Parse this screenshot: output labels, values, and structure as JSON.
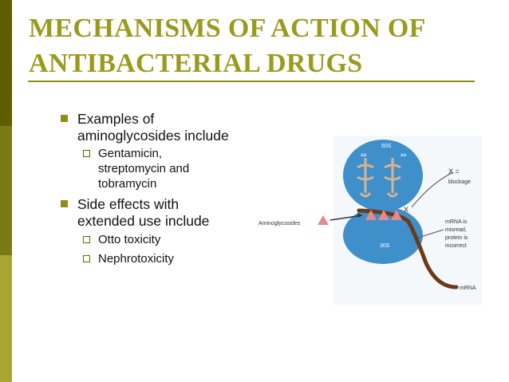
{
  "slide": {
    "title_line1": "MECHANISMS OF ACTION OF",
    "title_line2": "ANTIBACTERIAL DRUGS",
    "bullets": [
      {
        "line1": "Examples of",
        "line2": "aminoglycosides include",
        "sub": [
          {
            "line1": "Gentamicin,",
            "line2": "streptomycin and",
            "line3": "tobramycin"
          }
        ]
      },
      {
        "line1": "Side effects with",
        "line2": "extended use include",
        "sub": [
          {
            "line1": "Otto toxicity"
          },
          {
            "line1": "Nephrotoxicity"
          }
        ]
      }
    ]
  },
  "diagram": {
    "label_50s": "50S",
    "label_30s": "30S",
    "label_aa_left": "aa",
    "label_aa_right": "aa",
    "label_x": "X",
    "label_x_eq": "X =",
    "label_blockage": "blockage",
    "label_aminoglycosides": "Aminoglycosides",
    "label_mrna_misread_1": "mRNA is",
    "label_mrna_misread_2": "misread,",
    "label_mrna_misread_3": "protein is",
    "label_mrna_misread_4": "incorrect",
    "label_mrna": "mRNA"
  },
  "colors": {
    "title": "#9a9a1c",
    "accent": "#8e8e14",
    "sidebar_dark": "#5e5e00",
    "sidebar_light": "#a6a632",
    "ribosome_blue": "#3f8fcb",
    "triangle_pink": "#e58a8a",
    "mrna_brown": "#6b3a1a"
  }
}
